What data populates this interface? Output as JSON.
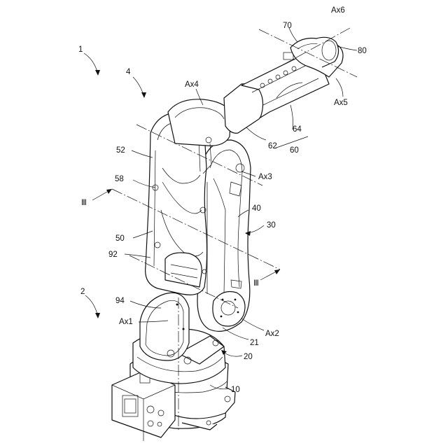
{
  "labels": {
    "l1": "1",
    "l2": "2",
    "l4": "4",
    "l10": "10",
    "l20": "20",
    "l21": "21",
    "l30": "30",
    "l40": "40",
    "l50": "50",
    "l52": "52",
    "l58": "58",
    "l60": "60",
    "l62": "62",
    "l64": "64",
    "l70": "70",
    "l80": "80",
    "l92": "92",
    "l94": "94",
    "ax1": "Ax1",
    "ax2": "Ax2",
    "ax3": "Ax3",
    "ax4": "Ax4",
    "ax5": "Ax5",
    "ax6": "Ax6",
    "sec_left": "Ⅲ",
    "sec_right": "Ⅲ"
  }
}
